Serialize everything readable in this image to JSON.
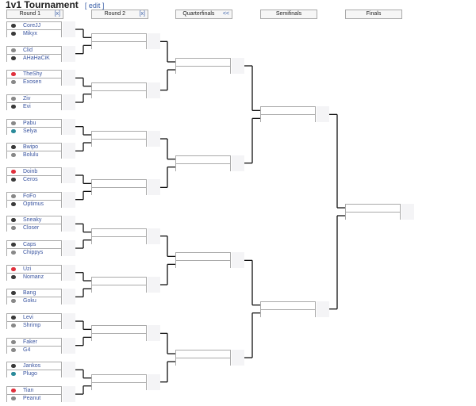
{
  "title": "1v1 Tournament",
  "edit_label": "[ edit ]",
  "rounds": [
    {
      "label": "Round 1",
      "toggle": "[x]"
    },
    {
      "label": "Round 2",
      "toggle": "[x]"
    },
    {
      "label": "Quarterfinals",
      "toggle": "<<"
    },
    {
      "label": "Semifinals",
      "toggle": ""
    },
    {
      "label": "Finals",
      "toggle": ""
    }
  ],
  "colors": {
    "red": "#e0303c",
    "dark": "#3a3a3a",
    "teal": "#2a8a9a",
    "gray": "#888888",
    "line": "#111111"
  },
  "players": [
    {
      "name": "CoreJJ",
      "icon": "dark"
    },
    {
      "name": "Mikyx",
      "icon": "dark"
    },
    {
      "name": "Clid",
      "icon": "gray"
    },
    {
      "name": "AHaHaCiK",
      "icon": "dark"
    },
    {
      "name": "TheShy",
      "icon": "red"
    },
    {
      "name": "Exosen",
      "icon": "gray"
    },
    {
      "name": "Ziv",
      "icon": "gray"
    },
    {
      "name": "Evi",
      "icon": "dark"
    },
    {
      "name": "Pabu",
      "icon": "gray"
    },
    {
      "name": "Selya",
      "icon": "teal"
    },
    {
      "name": "Bwipo",
      "icon": "dark"
    },
    {
      "name": "Bolulu",
      "icon": "gray"
    },
    {
      "name": "Doinb",
      "icon": "red"
    },
    {
      "name": "Ceros",
      "icon": "dark"
    },
    {
      "name": "FoFo",
      "icon": "gray"
    },
    {
      "name": "Optimus",
      "icon": "dark"
    },
    {
      "name": "Sneaky",
      "icon": "dark"
    },
    {
      "name": "Closer",
      "icon": "gray"
    },
    {
      "name": "Caps",
      "icon": "dark"
    },
    {
      "name": "Chippys",
      "icon": "gray"
    },
    {
      "name": "Uzi",
      "icon": "red"
    },
    {
      "name": "Nomanz",
      "icon": "dark"
    },
    {
      "name": "Bang",
      "icon": "dark"
    },
    {
      "name": "Goku",
      "icon": "gray"
    },
    {
      "name": "Levi",
      "icon": "dark"
    },
    {
      "name": "Shrimp",
      "icon": "gray"
    },
    {
      "name": "Faker",
      "icon": "gray"
    },
    {
      "name": "G4",
      "icon": "gray"
    },
    {
      "name": "Jankos",
      "icon": "dark"
    },
    {
      "name": "Plugo",
      "icon": "teal"
    },
    {
      "name": "Tian",
      "icon": "red"
    },
    {
      "name": "Peanut",
      "icon": "gray"
    }
  ]
}
